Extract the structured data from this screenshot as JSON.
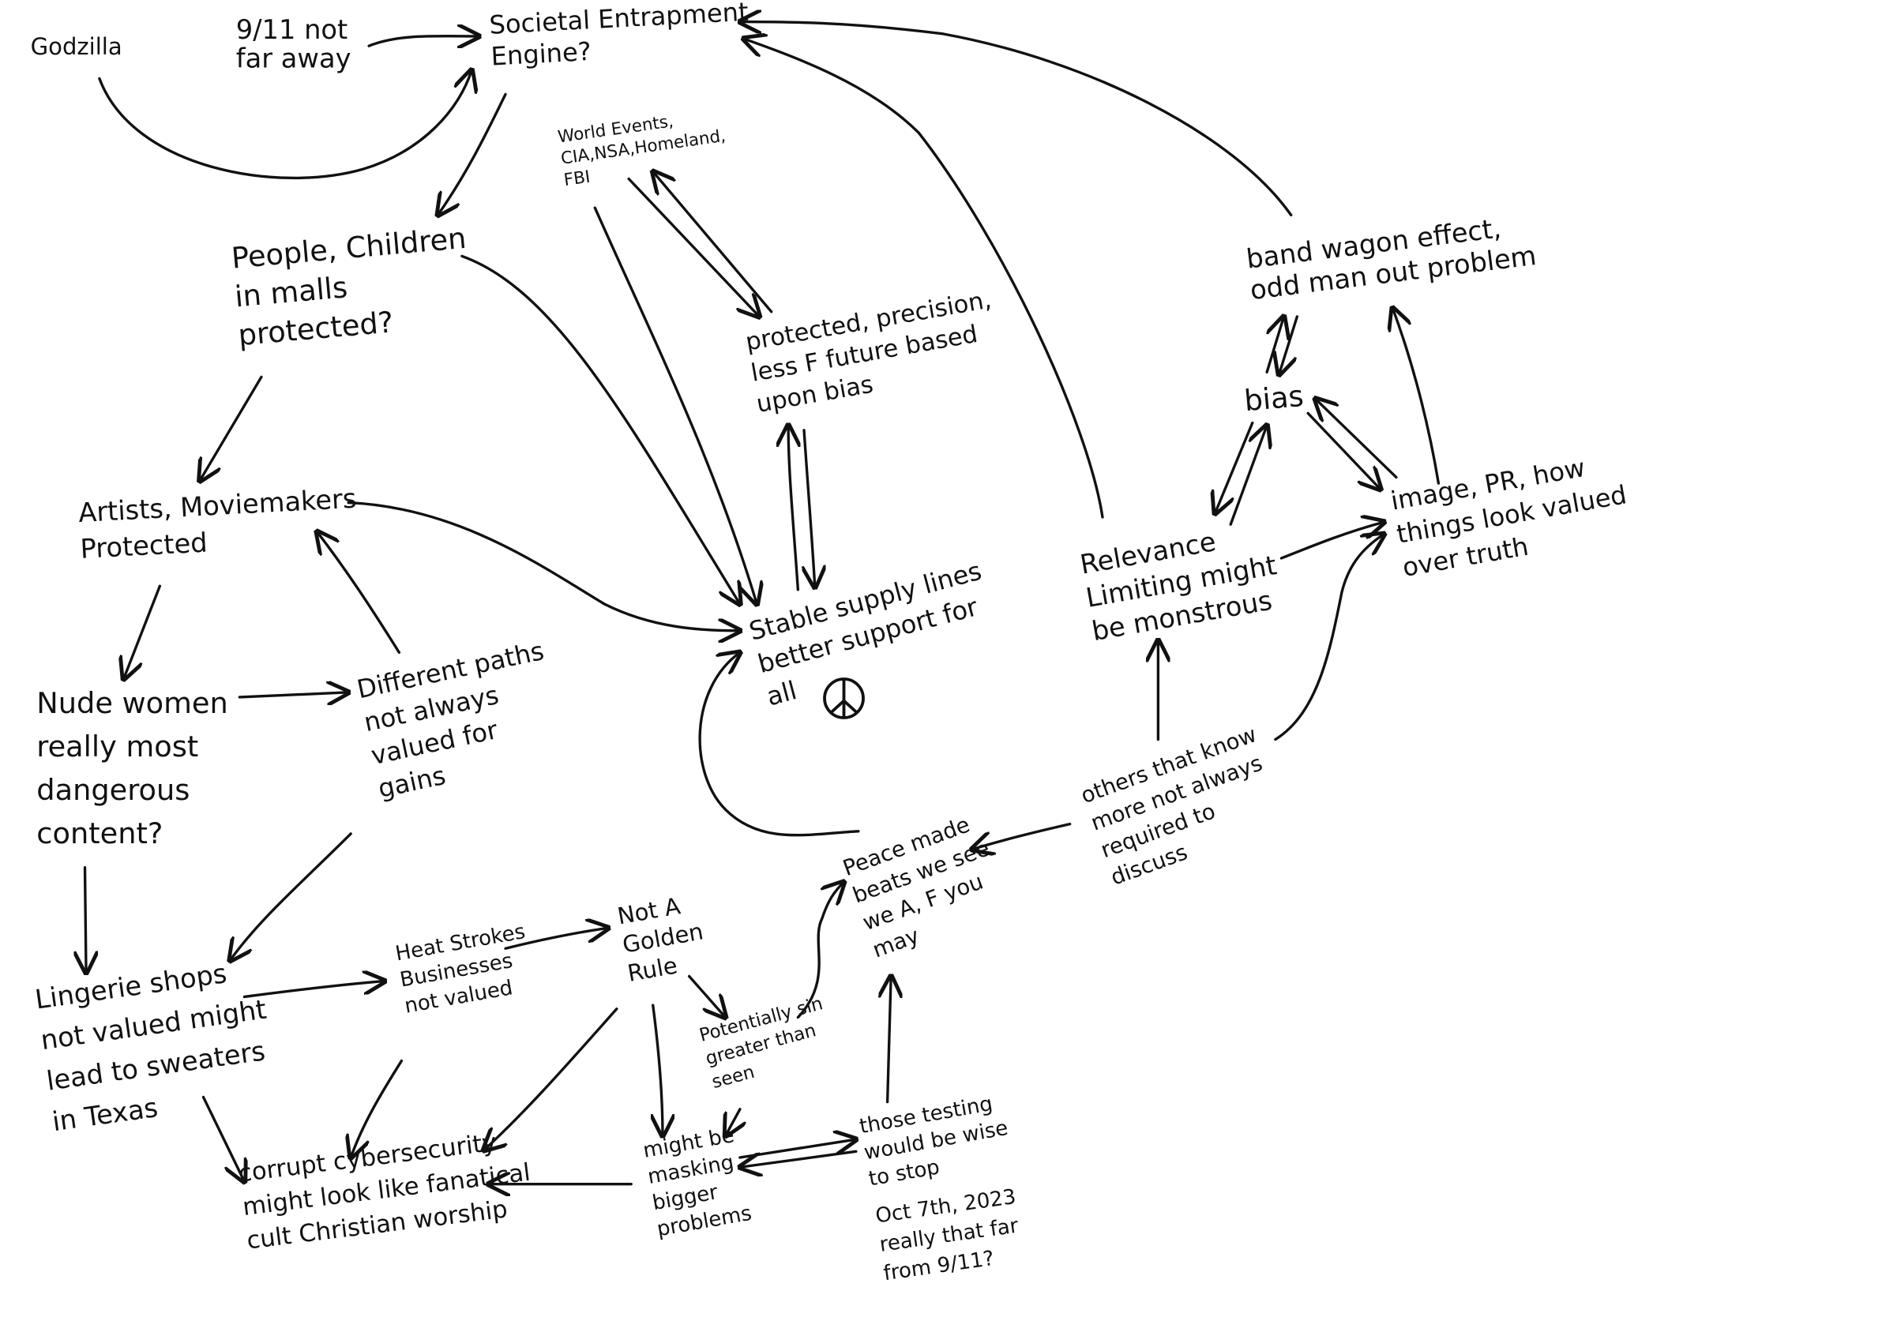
{
  "nodes": {
    "godzilla": [
      "Godzilla"
    ],
    "nine_eleven": [
      "9/11 not",
      "far away"
    ],
    "societal": [
      "Societal Entrapment",
      "Engine?"
    ],
    "world_events": [
      "World Events,",
      "CIA,NSA,Homeland,",
      "FBI"
    ],
    "people": [
      "People, Children",
      "in malls",
      "protected?"
    ],
    "protected_precision": [
      "protected, precision,",
      "less F future based",
      "upon bias"
    ],
    "bandwagon": [
      "band wagon effect,",
      "odd man out problem"
    ],
    "bias": [
      "bias"
    ],
    "image_pr": [
      "image, PR, how",
      "things look valued",
      "over truth"
    ],
    "relevance": [
      "Relevance",
      "Limiting might",
      "be monstrous"
    ],
    "artists": [
      "Artists, Moviemakers",
      "Protected"
    ],
    "stable": [
      "Stable supply lines",
      "better support for",
      "all"
    ],
    "nude": [
      "Nude women",
      "really most",
      "dangerous",
      "content?"
    ],
    "different": [
      "Different paths",
      "not always",
      "valued for",
      "gains"
    ],
    "others": [
      "others that know",
      "more not always",
      "required to",
      "discuss"
    ],
    "peace": [
      "Peace made",
      "beats we see",
      "we A, F you",
      "may"
    ],
    "lingerie": [
      "Lingerie shops",
      "not valued might",
      "lead to sweaters",
      "in Texas"
    ],
    "heat": [
      "Heat Strokes",
      "Businesses",
      "not valued"
    ],
    "golden": [
      "Not A",
      "Golden",
      "Rule"
    ],
    "sin": [
      "Potentially sin",
      "greater than",
      "seen"
    ],
    "masking": [
      "might be",
      "masking",
      "bigger",
      "problems"
    ],
    "testing": [
      "those testing",
      "would be wise",
      "to stop"
    ],
    "oct7": [
      "Oct 7th, 2023",
      "really that far",
      "from 9/11?"
    ],
    "corrupt": [
      "corrupt cybersecurity",
      "might look like fanatical",
      "cult Christian worship"
    ]
  },
  "icons": {
    "peace_symbol": "peace-icon"
  },
  "colors": {
    "ink": "#111111",
    "background": "#ffffff"
  }
}
